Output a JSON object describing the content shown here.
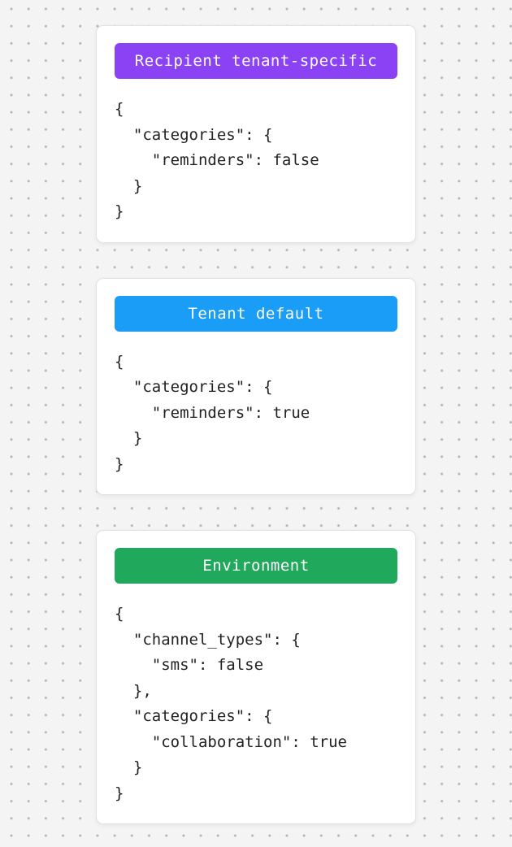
{
  "background": {
    "color": "#f4f4f4",
    "dot_color": "#b5b5b5"
  },
  "cards": [
    {
      "label": "Recipient tenant-specific",
      "badge_color": "#8b42f5",
      "code_lines": [
        "{",
        "  \"categories\": {",
        "    \"reminders\": false",
        "  }",
        "}"
      ]
    },
    {
      "label": "Tenant default",
      "badge_color": "#199df7",
      "code_lines": [
        "{",
        "  \"categories\": {",
        "    \"reminders\": true",
        "  }",
        "}"
      ]
    },
    {
      "label": "Environment",
      "badge_color": "#20a95c",
      "code_lines": [
        "{",
        "  \"channel_types\": {",
        "    \"sms\": false",
        "  },",
        "  \"categories\": {",
        "    \"collaboration\": true",
        "  }",
        "}"
      ]
    }
  ]
}
